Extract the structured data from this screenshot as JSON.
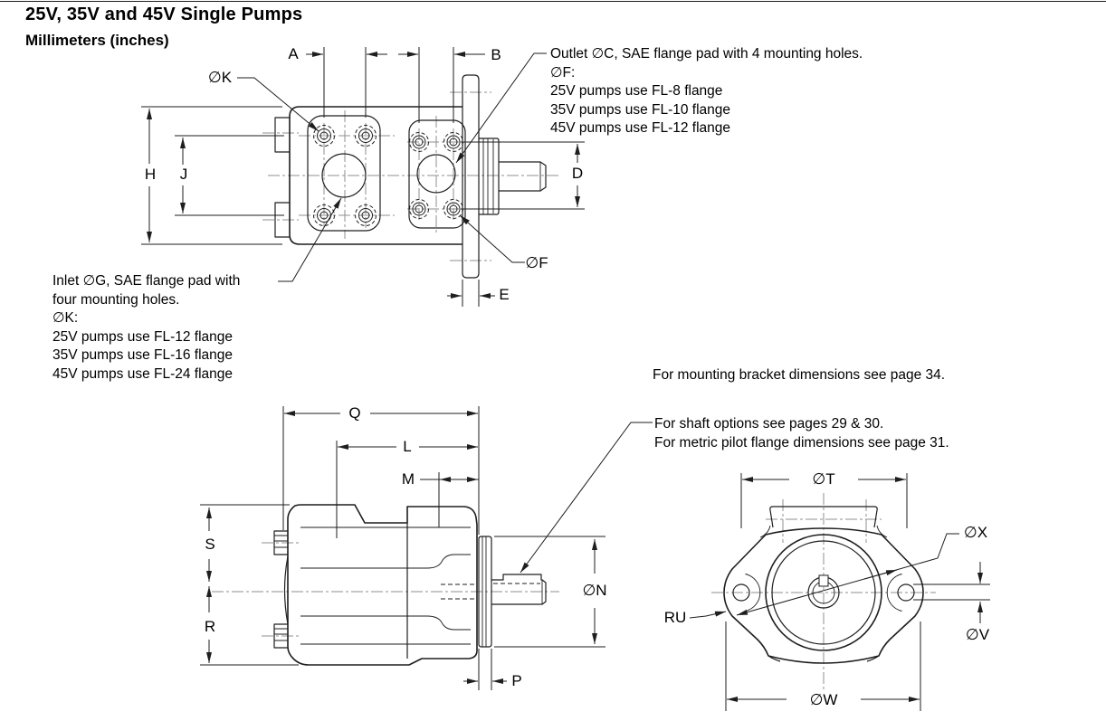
{
  "title": "25V, 35V and 45V Single Pumps",
  "subtitle": "Millimeters (inches)",
  "notes": {
    "outlet": [
      "Outlet ∅C, SAE flange pad with 4 mounting holes.",
      "∅F:",
      "25V pumps use FL-8 flange",
      "35V pumps use FL-10 flange",
      "45V pumps use FL-12 flange"
    ],
    "inlet": [
      "Inlet ∅G, SAE flange pad with",
      "four mounting holes.",
      "∅K:",
      "25V pumps use FL-12 flange",
      "35V pumps use FL-16 flange",
      "45V pumps use FL-24 flange"
    ],
    "bracket": "For mounting bracket dimensions see page 34.",
    "shaft": [
      "For shaft options see pages 29 & 30.",
      "For metric pilot flange dimensions see page 31."
    ]
  },
  "dimensions": {
    "top_view": {
      "a": "A",
      "b": "B",
      "k": "∅K",
      "h": "H",
      "j": "J",
      "d": "D",
      "f": "∅F",
      "e": "E"
    },
    "side_view": {
      "q": "Q",
      "l": "L",
      "m": "M",
      "s": "S",
      "r": "R",
      "n": "∅N",
      "p": "P"
    },
    "end_view": {
      "t": "∅T",
      "x": "∅X",
      "v": "∅V",
      "w": "∅W",
      "ru": "RU"
    }
  },
  "colors": {
    "line": "#1e1e1e",
    "centerline": "#8f8f8f",
    "text": "#000000",
    "background": "#ffffff"
  }
}
